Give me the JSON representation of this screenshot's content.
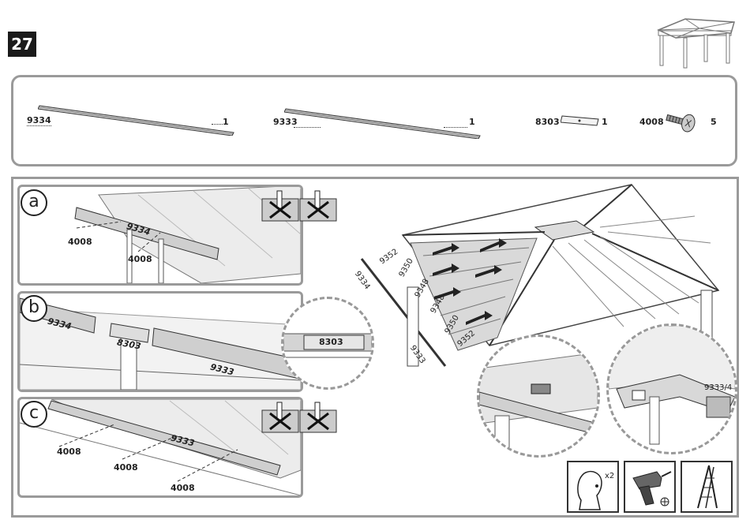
{
  "step": {
    "number": "27"
  },
  "parts": [
    {
      "code": "9334",
      "qty": "1"
    },
    {
      "code": "9333",
      "qty": "1"
    },
    {
      "code": "8303",
      "qty": "1"
    },
    {
      "code": "4008",
      "qty": "5"
    }
  ],
  "panel_a": {
    "letter": "a",
    "labels": {
      "part": "9334",
      "screw1": "4008",
      "screw2": "4008"
    }
  },
  "panel_b": {
    "letter": "b",
    "labels": {
      "part_left": "9334",
      "connector": "8303",
      "part_right": "9333",
      "zoom_connector": "8303"
    }
  },
  "panel_c": {
    "letter": "c",
    "labels": {
      "part": "9333",
      "screw1": "4008",
      "screw2": "4008",
      "screw3": "4008"
    }
  },
  "roof": {
    "labels": {
      "p1": "9334",
      "p2": "9352",
      "p3": "9350",
      "p4": "9348",
      "p5": "9348",
      "p6": "9350",
      "p7": "9352",
      "p8": "9333"
    },
    "zoom_right_label": "9333/4"
  },
  "tools": {
    "persons_label": "x2"
  },
  "icons": [
    "gazebo-icon",
    "screw-icon",
    "connector-icon",
    "no-overtighten-icon",
    "person-icon",
    "drill-icon",
    "ladder-icon"
  ]
}
